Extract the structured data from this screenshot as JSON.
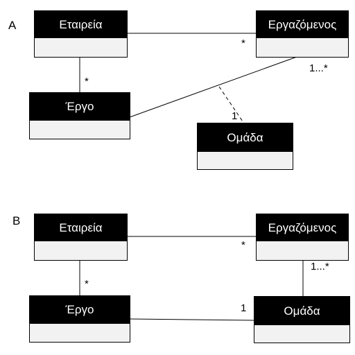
{
  "diagram_a": {
    "label": "A",
    "classes": {
      "company": "Εταιρεία",
      "employee": "Εργαζόμενος",
      "project": "Έργο",
      "team": "Ομάδα"
    },
    "multiplicities": {
      "company_employee": "*",
      "company_project": "*",
      "employee_project": "1...*",
      "team": "1"
    }
  },
  "diagram_b": {
    "label": "B",
    "classes": {
      "company": "Εταιρεία",
      "employee": "Εργαζόμενος",
      "project": "Έργο",
      "team": "Ομάδα"
    },
    "multiplicities": {
      "company_employee": "*",
      "company_project": "*",
      "employee_team": "1...*",
      "project_team": "1"
    }
  }
}
